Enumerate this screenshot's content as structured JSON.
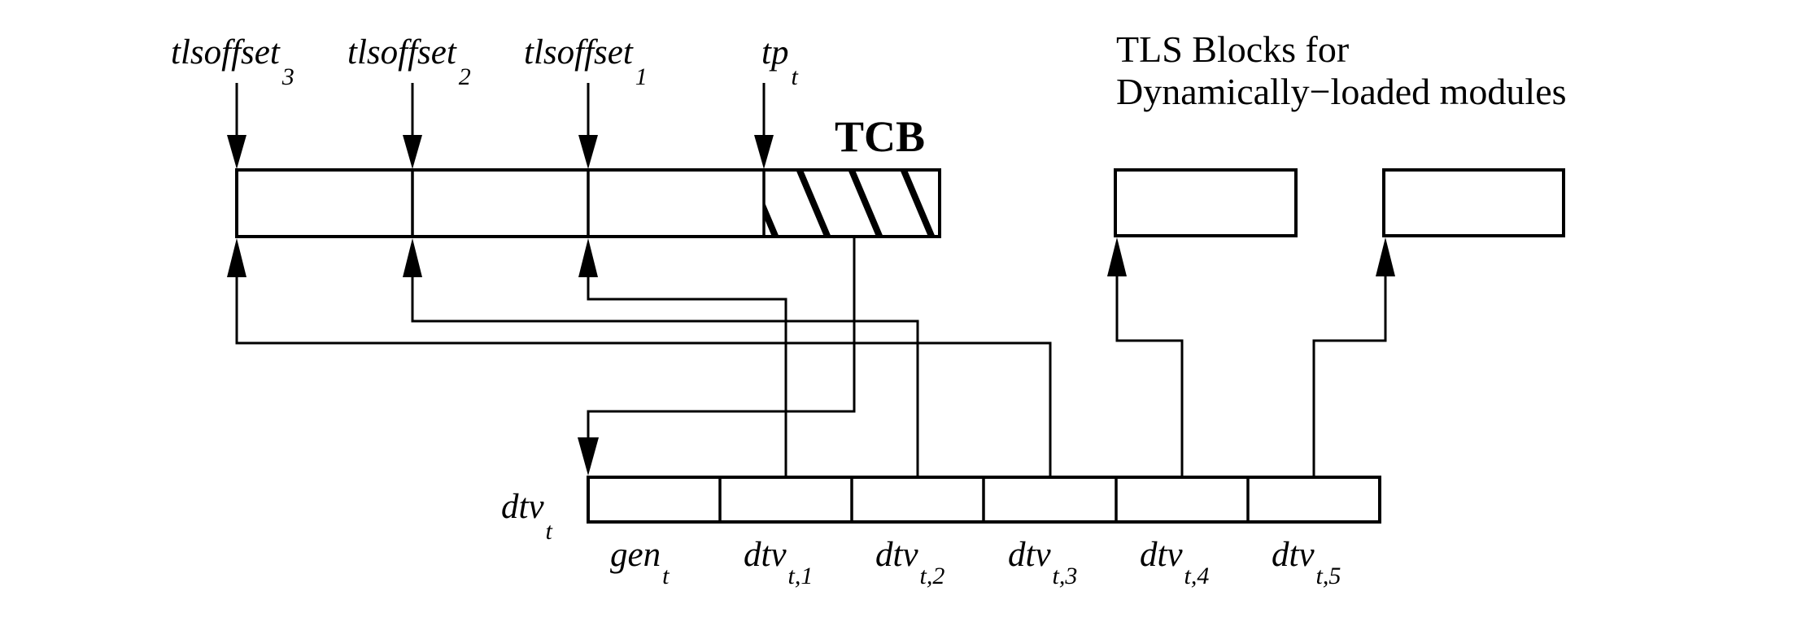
{
  "colors": {
    "background": "#ffffff",
    "line": "#000000"
  },
  "static_tls": {
    "pointer_labels": [
      {
        "main": "tlsoffset",
        "sub": "3"
      },
      {
        "main": "tlsoffset",
        "sub": "2"
      },
      {
        "main": "tlsoffset",
        "sub": "1"
      },
      {
        "main": "tp",
        "sub": "t"
      }
    ],
    "tcb_label": "TCB"
  },
  "dynamic_tls": {
    "caption_line1": "TLS Blocks for",
    "caption_line2": "Dynamically−loaded modules"
  },
  "dtv": {
    "label": {
      "main": "dtv",
      "sub": "t"
    },
    "cells": [
      {
        "main": "gen",
        "sub": "t"
      },
      {
        "main": "dtv",
        "sub": "t,1"
      },
      {
        "main": "dtv",
        "sub": "t,2"
      },
      {
        "main": "dtv",
        "sub": "t,3"
      },
      {
        "main": "dtv",
        "sub": "t,4"
      },
      {
        "main": "dtv",
        "sub": "t,5"
      }
    ]
  }
}
